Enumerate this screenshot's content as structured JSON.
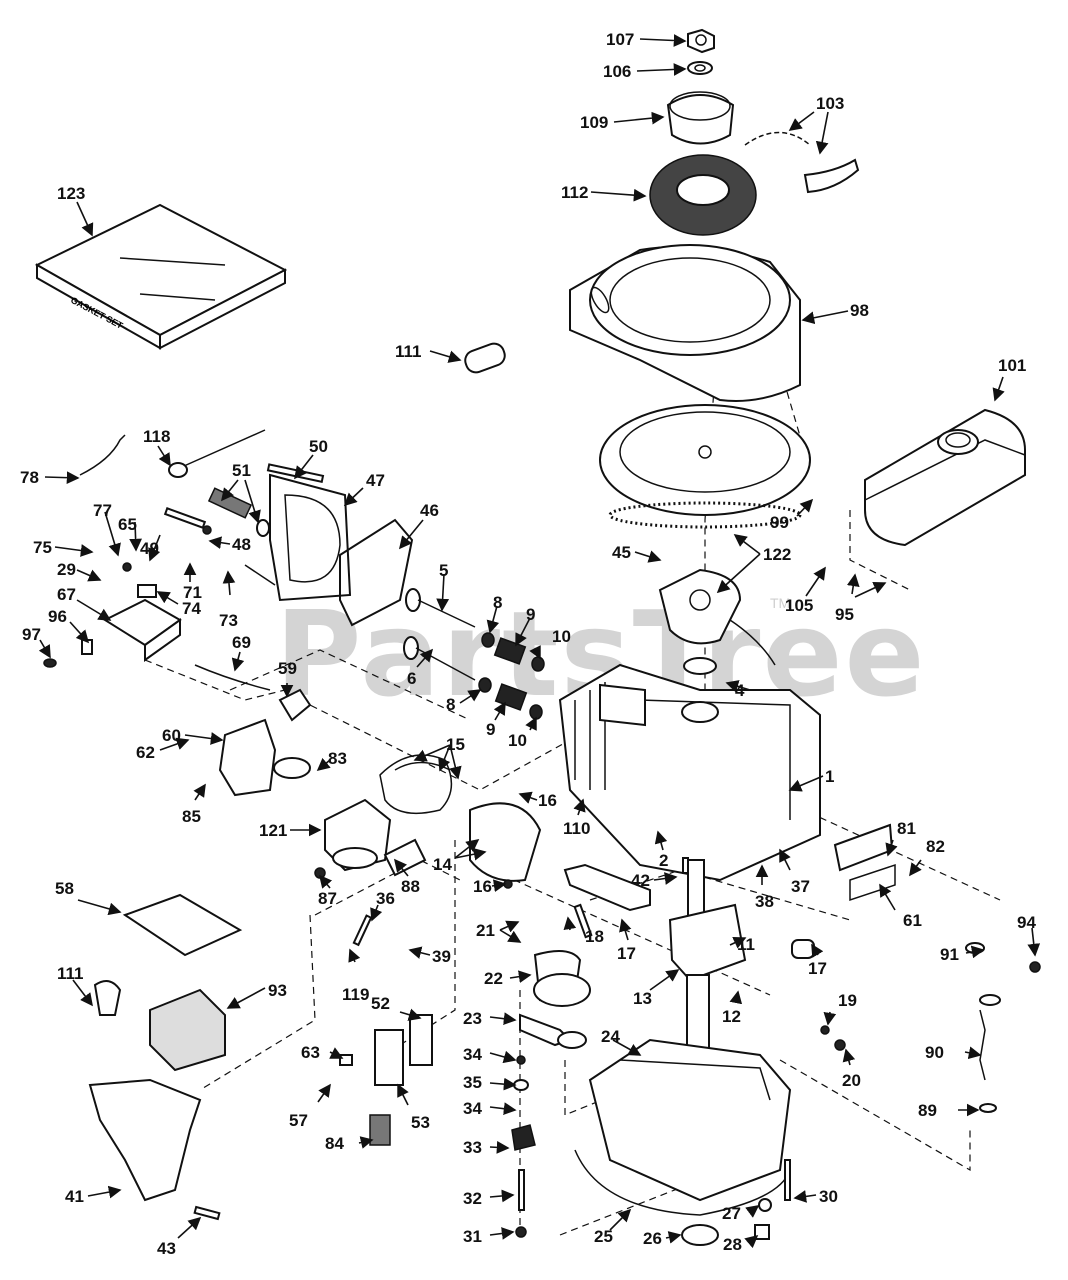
{
  "diagram": {
    "title": "Engine exploded parts diagram",
    "watermark": "PartsTree",
    "watermark_tm": "TM",
    "gasket_set_label": "GASKET SET",
    "colors": {
      "ink": "#111111",
      "watermark": "#d4d4d4",
      "background": "#ffffff"
    }
  },
  "callouts": [
    {
      "id": "c107",
      "label": "107",
      "part": "lock-nut"
    },
    {
      "id": "c106",
      "label": "106",
      "part": "washer"
    },
    {
      "id": "c109",
      "label": "109",
      "part": "starter-cup"
    },
    {
      "id": "c103",
      "label": "103",
      "part": "starter-rope-and-handle"
    },
    {
      "id": "c112",
      "label": "112",
      "part": "screen"
    },
    {
      "id": "c123",
      "label": "123",
      "part": "gasket-set"
    },
    {
      "id": "c98",
      "label": "98",
      "part": "blower-housing"
    },
    {
      "id": "c111a",
      "label": "111",
      "part": "sleeve"
    },
    {
      "id": "c101",
      "label": "101",
      "part": "fuel-tank"
    },
    {
      "id": "c78",
      "label": "78",
      "part": "ground-wire"
    },
    {
      "id": "c118",
      "label": "118",
      "part": "spark-plug-lead"
    },
    {
      "id": "c50",
      "label": "50",
      "part": "head-bolt"
    },
    {
      "id": "c51",
      "label": "51",
      "part": "spark-plug"
    },
    {
      "id": "c47",
      "label": "47",
      "part": "cylinder-head"
    },
    {
      "id": "c46",
      "label": "46",
      "part": "head-gasket"
    },
    {
      "id": "c77",
      "label": "77",
      "part": "nut"
    },
    {
      "id": "c65",
      "label": "65",
      "part": "screw"
    },
    {
      "id": "c49",
      "label": "49",
      "part": "bolt"
    },
    {
      "id": "c48",
      "label": "48",
      "part": "washer"
    },
    {
      "id": "c75",
      "label": "75",
      "part": "screw"
    },
    {
      "id": "c29",
      "label": "29",
      "part": "clip"
    },
    {
      "id": "c71",
      "label": "71",
      "part": "link"
    },
    {
      "id": "c74",
      "label": "74",
      "part": "bracket"
    },
    {
      "id": "c73",
      "label": "73",
      "part": "spring"
    },
    {
      "id": "c67",
      "label": "67",
      "part": "control-plate"
    },
    {
      "id": "c96",
      "label": "96",
      "part": "clip"
    },
    {
      "id": "c97",
      "label": "97",
      "part": "screw"
    },
    {
      "id": "c69",
      "label": "69",
      "part": "link"
    },
    {
      "id": "c5",
      "label": "5",
      "part": "exhaust-valve"
    },
    {
      "id": "c8a",
      "label": "8",
      "part": "valve-retainer"
    },
    {
      "id": "c9a",
      "label": "9",
      "part": "valve-spring"
    },
    {
      "id": "c10a",
      "label": "10",
      "part": "spring-seat"
    },
    {
      "id": "c6",
      "label": "6",
      "part": "intake-valve"
    },
    {
      "id": "c8b",
      "label": "8",
      "part": "valve-retainer"
    },
    {
      "id": "c9b",
      "label": "9",
      "part": "valve-spring"
    },
    {
      "id": "c10b",
      "label": "10",
      "part": "spring-seat"
    },
    {
      "id": "c45",
      "label": "45",
      "part": "bolt"
    },
    {
      "id": "c122",
      "label": "122",
      "part": "flywheel-and-ignition"
    },
    {
      "id": "c99",
      "label": "99",
      "part": "bolt"
    },
    {
      "id": "c105",
      "label": "105",
      "part": "clamp"
    },
    {
      "id": "c95",
      "label": "95",
      "part": "fuel-line"
    },
    {
      "id": "c4",
      "label": "4",
      "part": "oil-seal"
    },
    {
      "id": "c59",
      "label": "59",
      "part": "cover"
    },
    {
      "id": "c60",
      "label": "60",
      "part": "intake-pipe"
    },
    {
      "id": "c62",
      "label": "62",
      "part": "screw"
    },
    {
      "id": "c85",
      "label": "85",
      "part": "screw"
    },
    {
      "id": "c83",
      "label": "83",
      "part": "gasket"
    },
    {
      "id": "c15",
      "label": "15",
      "part": "piston-ring-set"
    },
    {
      "id": "c1",
      "label": "1",
      "part": "cylinder-block"
    },
    {
      "id": "c16a",
      "label": "16",
      "part": "retaining-ring"
    },
    {
      "id": "c121",
      "label": "121",
      "part": "carburetor"
    },
    {
      "id": "c14",
      "label": "14",
      "part": "piston-and-pin"
    },
    {
      "id": "c110",
      "label": "110",
      "part": "gasket"
    },
    {
      "id": "c2",
      "label": "2",
      "part": "dowel-pin"
    },
    {
      "id": "c87",
      "label": "87",
      "part": "nut"
    },
    {
      "id": "c88",
      "label": "88",
      "part": "gasket"
    },
    {
      "id": "c16b",
      "label": "16",
      "part": "retaining-ring"
    },
    {
      "id": "c81",
      "label": "81",
      "part": "breather-cover"
    },
    {
      "id": "c82",
      "label": "82",
      "part": "screw"
    },
    {
      "id": "c61",
      "label": "61",
      "part": "decal"
    },
    {
      "id": "c42",
      "label": "42",
      "part": "pin"
    },
    {
      "id": "c38",
      "label": "38",
      "part": "nut"
    },
    {
      "id": "c37",
      "label": "37",
      "part": "governor-link"
    },
    {
      "id": "c58",
      "label": "58",
      "part": "air-cleaner-cover"
    },
    {
      "id": "c36",
      "label": "36",
      "part": "clip"
    },
    {
      "id": "c39",
      "label": "39",
      "part": "governor-lever"
    },
    {
      "id": "c21",
      "label": "21",
      "part": "valve-lifter"
    },
    {
      "id": "c18",
      "label": "18",
      "part": "connecting-rod-bolt"
    },
    {
      "id": "c17a",
      "label": "17",
      "part": "connecting-rod"
    },
    {
      "id": "c11",
      "label": "11",
      "part": "crankshaft"
    },
    {
      "id": "c111b",
      "label": "111",
      "part": "sleeve"
    },
    {
      "id": "c93",
      "label": "93",
      "part": "air-filter"
    },
    {
      "id": "c119",
      "label": "119",
      "part": "screw"
    },
    {
      "id": "c22",
      "label": "22",
      "part": "camshaft"
    },
    {
      "id": "c13",
      "label": "13",
      "part": "timing-gear"
    },
    {
      "id": "c17b",
      "label": "17",
      "part": "rod-cap"
    },
    {
      "id": "c19",
      "label": "19",
      "part": "lock-washer"
    },
    {
      "id": "c91",
      "label": "91",
      "part": "grommet"
    },
    {
      "id": "c94",
      "label": "94",
      "part": "screw"
    },
    {
      "id": "c52",
      "label": "52",
      "part": "gasket"
    },
    {
      "id": "c12",
      "label": "12",
      "part": "key"
    },
    {
      "id": "c23",
      "label": "23",
      "part": "governor-shaft"
    },
    {
      "id": "c24",
      "label": "24",
      "part": "mounting-flange-gasket"
    },
    {
      "id": "c20",
      "label": "20",
      "part": "nut"
    },
    {
      "id": "c63",
      "label": "63",
      "part": "bracket"
    },
    {
      "id": "c34a",
      "label": "34",
      "part": "washer"
    },
    {
      "id": "c35",
      "label": "35",
      "part": "spool"
    },
    {
      "id": "c34b",
      "label": "34",
      "part": "washer"
    },
    {
      "id": "c57",
      "label": "57",
      "part": "screw"
    },
    {
      "id": "c53",
      "label": "53",
      "part": "breather"
    },
    {
      "id": "c90",
      "label": "90",
      "part": "oil-fill-tube"
    },
    {
      "id": "c84",
      "label": "84",
      "part": "filter"
    },
    {
      "id": "c33",
      "label": "33",
      "part": "governor-gear"
    },
    {
      "id": "c89",
      "label": "89",
      "part": "o-ring"
    },
    {
      "id": "c41",
      "label": "41",
      "part": "air-cleaner-body"
    },
    {
      "id": "c32",
      "label": "32",
      "part": "shaft"
    },
    {
      "id": "c30",
      "label": "30",
      "part": "bolt"
    },
    {
      "id": "c27",
      "label": "27",
      "part": "gasket"
    },
    {
      "id": "c43",
      "label": "43",
      "part": "screw"
    },
    {
      "id": "c31",
      "label": "31",
      "part": "washer"
    },
    {
      "id": "c25",
      "label": "25",
      "part": "mounting-flange"
    },
    {
      "id": "c26",
      "label": "26",
      "part": "oil-seal"
    },
    {
      "id": "c28",
      "label": "28",
      "part": "drain-plug"
    }
  ]
}
